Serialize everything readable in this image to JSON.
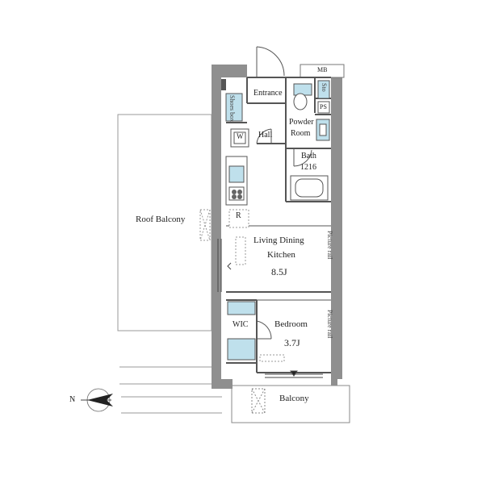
{
  "plan": {
    "rooms": {
      "roof_balcony": "Roof Balcony",
      "entrance": "Entrance",
      "shoes_box": "Shoes box",
      "hall": "Hall",
      "w": "W",
      "powder_room_line1": "Powder",
      "powder_room_line2": "Room",
      "bath": "Bath",
      "bath_size": "1216",
      "r": "R",
      "ldk_line1": "Living Dining",
      "ldk_line2": "Kitchen",
      "ldk_size": "8.5J",
      "wic": "WIC",
      "bedroom": "Bedroom",
      "bedroom_size": "3.7J",
      "balcony": "Balcony",
      "mb": "MB",
      "ps": "PS",
      "sto": "Sto",
      "picture_rail_1": "Picture rail",
      "picture_rail_2": "Picture rail"
    },
    "compass_label": "N",
    "colors": {
      "wall": "#8c8c8c",
      "wall_dark": "#6e6e6e",
      "fixture_blue": "#bfe0ec",
      "line": "#555555",
      "dashed": "#999999"
    }
  }
}
